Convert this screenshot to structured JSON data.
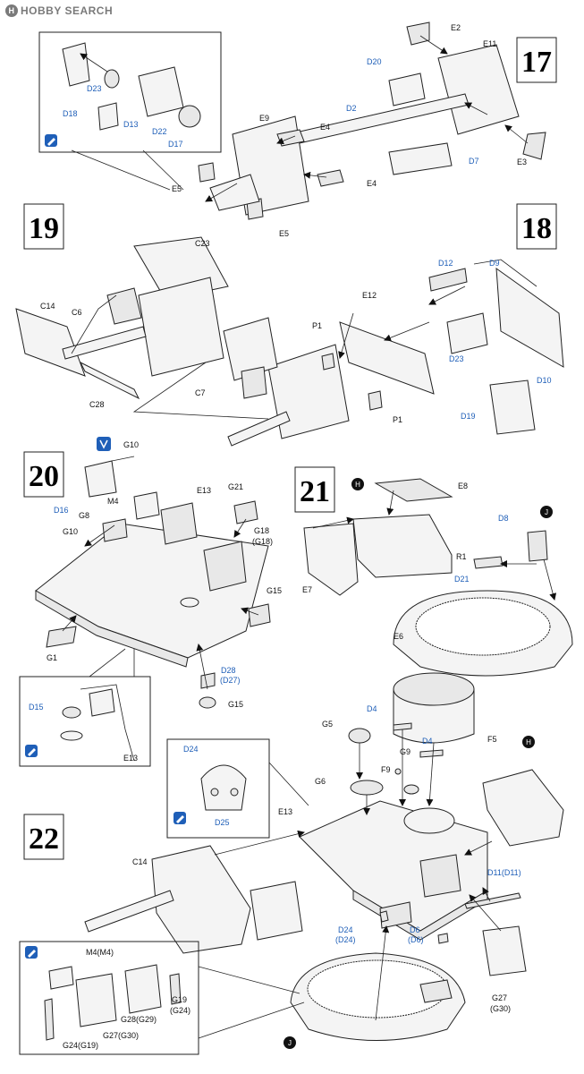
{
  "watermark": "HOBBY SEARCH",
  "steps": [
    "17",
    "18",
    "19",
    "20",
    "21",
    "22"
  ],
  "markers": {
    "h": "H",
    "j": "J"
  },
  "colors": {
    "part_number_blue": "#1f5fb8",
    "line": "#222222",
    "paper": "#ffffff"
  },
  "icons": [
    "cement-brush-icon",
    "tweezers-icon"
  ],
  "step17": {
    "labels": [
      "E2",
      "E11",
      "D20",
      "D2",
      "D7",
      "E3",
      "E9",
      "E4",
      "E4",
      "E5",
      "E5"
    ],
    "inset_labels": [
      "D23",
      "D18",
      "D13",
      "D22",
      "D17"
    ]
  },
  "step18": {
    "labels": [
      "D12",
      "D9",
      "E12",
      "P1",
      "D23",
      "D10",
      "D19",
      "P1"
    ]
  },
  "step19": {
    "labels": [
      "C23",
      "C14",
      "C6",
      "C7",
      "C28"
    ]
  },
  "step20": {
    "labels": [
      "G10",
      "D16",
      "M4",
      "E13",
      "G21",
      "G8",
      "G10",
      "G18",
      "(G18)",
      "G15",
      "G1",
      "D28",
      "(D27)",
      "G15"
    ],
    "inset_labels": [
      "D15",
      "E13"
    ]
  },
  "step21": {
    "labels": [
      "E8",
      "D8",
      "R1",
      "D21",
      "E7",
      "E6"
    ]
  },
  "step22": {
    "labels": [
      "G5",
      "D4",
      "F5",
      "D4",
      "G9",
      "F9",
      "G6",
      "E13",
      "C14",
      "D11(D11)",
      "D24",
      "(D24)",
      "D6",
      "(D6)",
      "G27",
      "(G30)"
    ],
    "inset_a_labels": [
      "D24",
      "D25"
    ],
    "inset_b_labels": [
      "M4(M4)",
      "G19",
      "(G24)",
      "G28(G29)",
      "G27(G30)",
      "G24(G19)"
    ]
  }
}
